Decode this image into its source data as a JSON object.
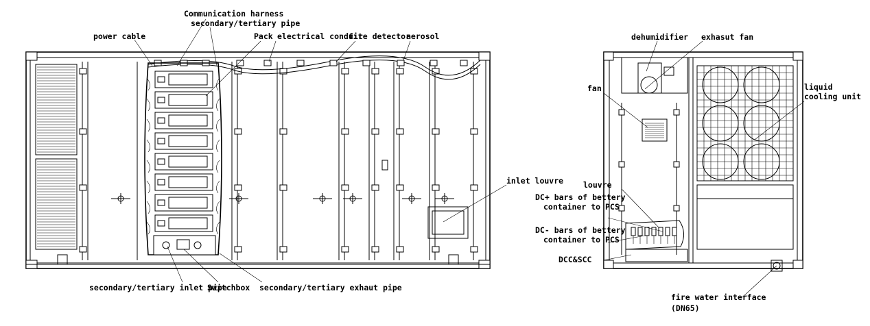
{
  "labels": {
    "communication_harness": "Communication harness",
    "secondary_tertiary_pipe": "secondary/tertiary pipe",
    "power_cable": "power cable",
    "pack": "Pack",
    "electrical_conduit": "electrical conduit",
    "fire_detector": "fire detector",
    "aerosol": "aerosol",
    "inlet_louvre": "inlet louvre",
    "secondary_tertiary_inlet_pipe": "secondary/tertiary inlet pipe",
    "switchbox": "Switchbox",
    "secondary_tertiary_exhaust_pipe": "secondary/tertiary exhaut pipe",
    "dehumidifier": "dehumidifier",
    "exhaust_fan": "exhasut fan",
    "fan": "fan",
    "liquid_cooling_unit_1": "liquid",
    "liquid_cooling_unit_2": "cooling unit",
    "louvre": "louvre",
    "dc_plus_1": "DC+ bars of bettery",
    "dc_plus_2": "container to PCS",
    "dc_minus_1": "DC- bars of bettery",
    "dc_minus_2": "container to PCS",
    "dcc_scc": "DCC&SCC",
    "fire_water_1": "fire water interface",
    "fire_water_2": "(DN65)"
  }
}
